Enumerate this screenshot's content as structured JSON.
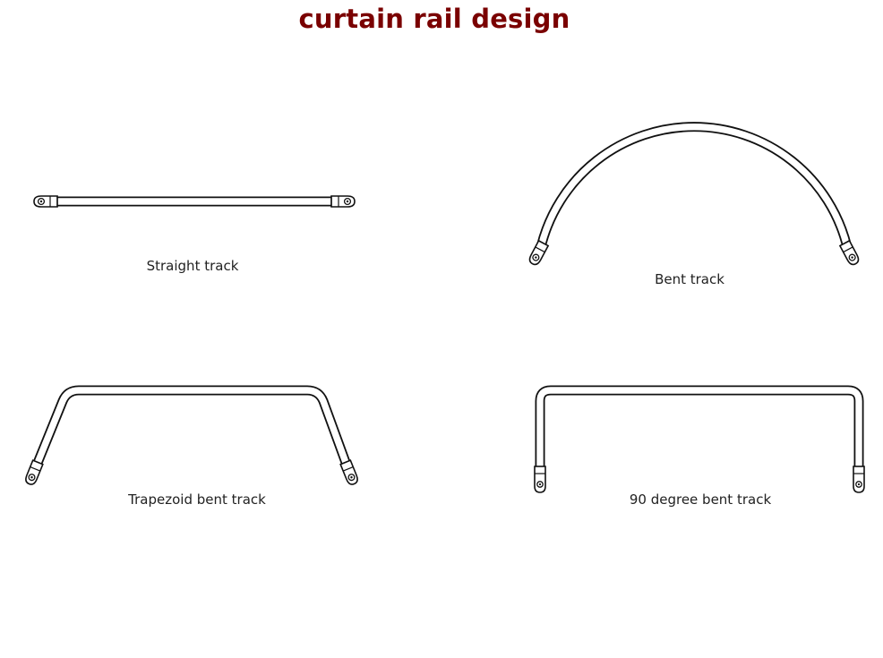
{
  "title": "curtain rail design",
  "title_color": "#7a0000",
  "tracks": {
    "straight": {
      "label": "Straight track"
    },
    "bent": {
      "label": "Bent track"
    },
    "trapezoid": {
      "label": "Trapezoid bent track"
    },
    "ninety": {
      "label": "90 degree bent track"
    }
  }
}
